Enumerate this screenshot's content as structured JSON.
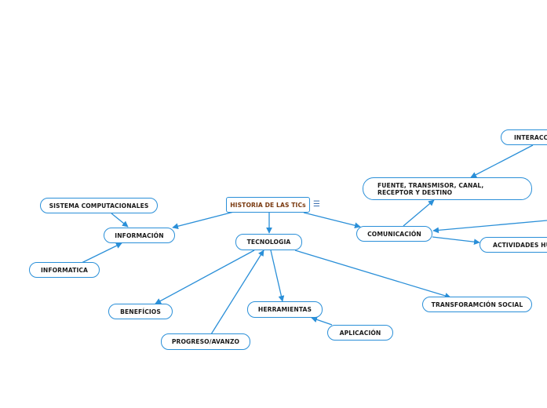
{
  "root": {
    "label": "HISTORIA DE LAS TICs",
    "menu_icon": "hamburger-menu-icon",
    "menu_glyph": "☰"
  },
  "nodes": {
    "informacion": "INFORMACIÓN",
    "sistema_computacionales": "SISTEMA COMPUTACIONALES",
    "informatica": "INFORMATICA",
    "tecnologia": "TECNOLOGIA",
    "beneficios": "BENEFÍCIOS",
    "progreso_avanzo": "PROGRESO/AVANZO",
    "herramientas": "HERRAMIENTAS",
    "aplicacion": "APLICACIÓN",
    "transformacion_social": "TRANSFORAMCIÓN SOCIAL",
    "comunicacion": "COMUNICACIÓN",
    "fuente": "FUENTE, TRANSMISOR, CANAL, RECEPTOR Y DESTINO",
    "interaccion": "INTERACCI",
    "actividades": "ACTIVIDADES HU"
  },
  "colors": {
    "edge": "#2a8fd8",
    "node_border": "#2a8fd8",
    "root_text": "#7a3a10"
  }
}
